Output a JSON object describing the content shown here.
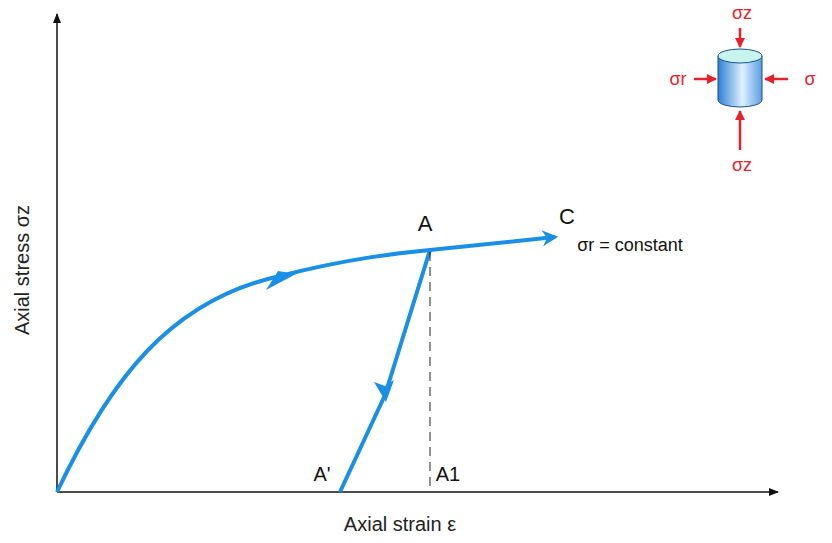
{
  "diagram": {
    "labels": [
      "Axial stress σz",
      "Axial strain ε",
      "A",
      "C",
      "σr = constant",
      "A'",
      "A1",
      "σz",
      "σr",
      "σ",
      "σz"
    ]
  }
}
